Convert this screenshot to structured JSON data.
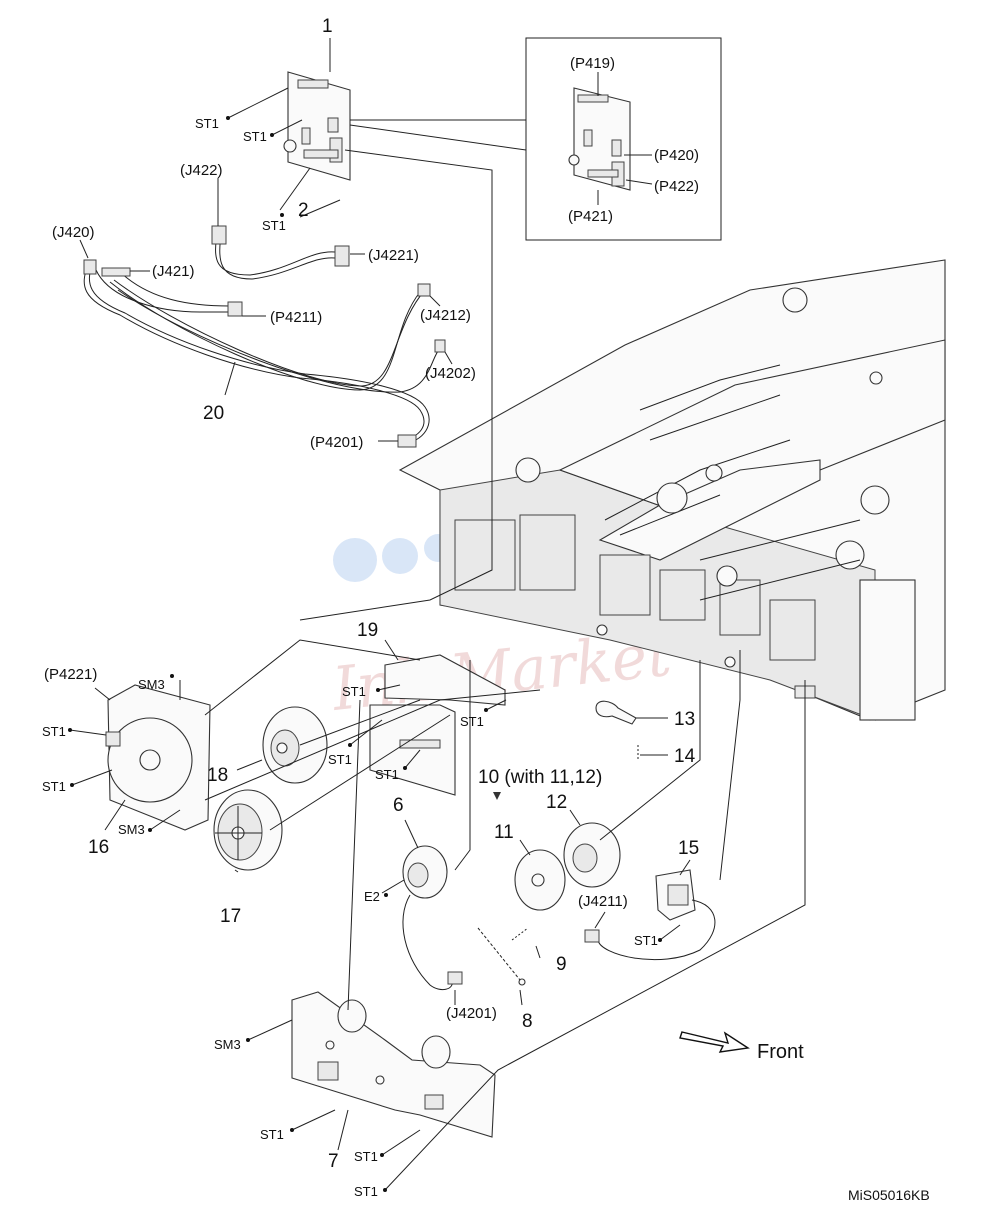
{
  "diagram": {
    "footer_code": "MiS05016KB",
    "watermark": "Ink-Market",
    "direction_label": "Front",
    "part_numbers": {
      "p1": "1",
      "p2": "2",
      "p6": "6",
      "p7": "7",
      "p8": "8",
      "p9": "9",
      "p10": "10 (with 11,12)",
      "p11": "11",
      "p12": "12",
      "p13": "13",
      "p14": "14",
      "p15": "15",
      "p16": "16",
      "p17": "17",
      "p18": "18",
      "p19": "19",
      "p20": "20"
    },
    "connectors": {
      "P419": "(P419)",
      "P420": "(P420)",
      "P421": "(P421)",
      "P422": "(P422)",
      "J420": "(J420)",
      "J421": "(J421)",
      "J422": "(J422)",
      "J4221": "(J4221)",
      "P4211": "(P4211)",
      "J4212": "(J4212)",
      "J4202": "(J4202)",
      "P4201": "(P4201)",
      "P4221": "(P4221)",
      "J4211": "(J4211)",
      "J4201": "(J4201)"
    },
    "screws": {
      "ST1": "ST1",
      "SM3": "SM3",
      "E2": "E2"
    }
  }
}
